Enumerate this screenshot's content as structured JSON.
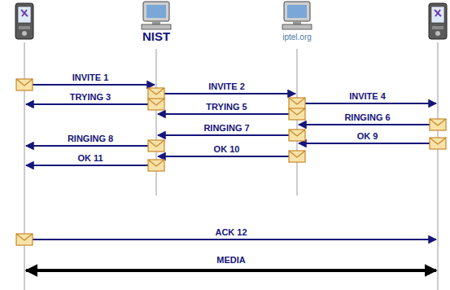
{
  "diagram": {
    "nodes": [
      {
        "text": [
          "NIST"
        ]
      },
      {
        "text": [
          "iptel.org"
        ]
      }
    ],
    "labels": [
      "INVITE 1",
      "INVITE 2",
      "INVITE 4",
      "TRYING 3",
      "TRYING 5",
      "RINGING 6",
      "RINGING 7",
      "RINGING 8",
      "OK 9",
      "OK 10",
      "OK 11",
      "ACK 12",
      "MEDIA"
    ]
  }
}
